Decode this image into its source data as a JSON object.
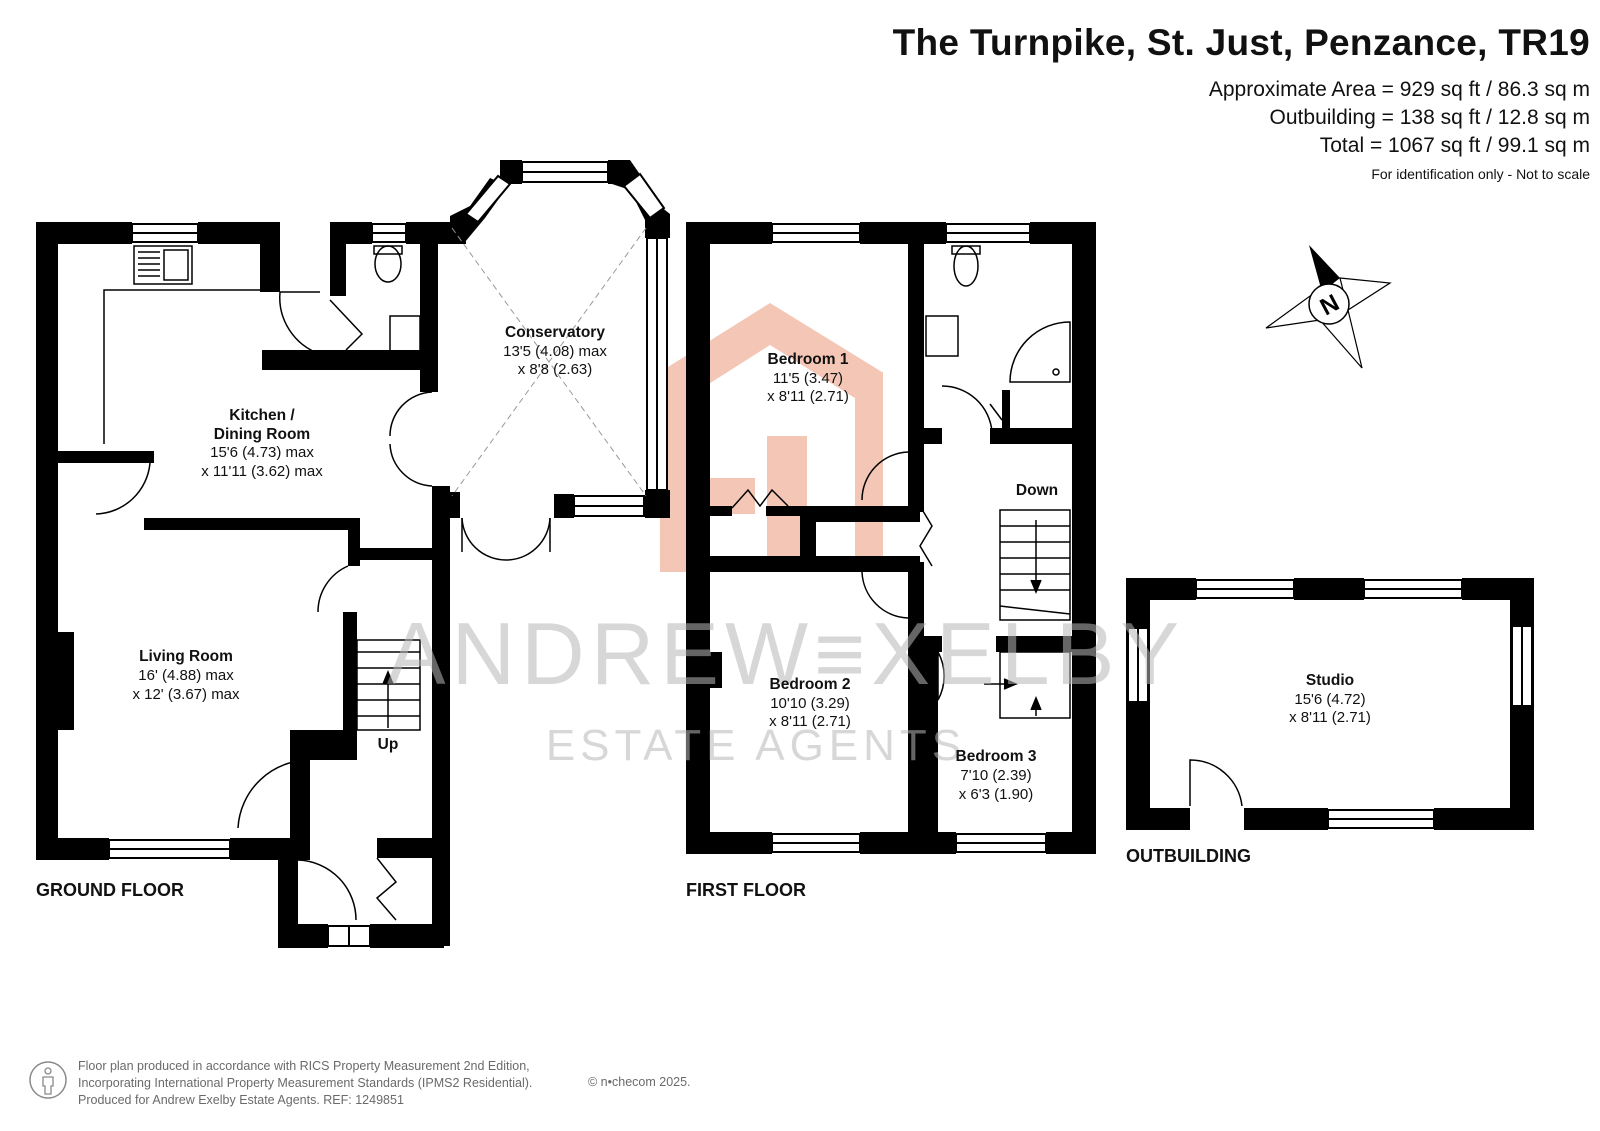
{
  "header": {
    "title": "The Turnpike, St. Just, Penzance, TR19",
    "approx_area": "Approximate Area = 929 sq ft / 86.3 sq m",
    "outbuilding_area": "Outbuilding = 138 sq ft / 12.8 sq m",
    "total_area": "Total = 1067 sq ft / 99.1 sq m",
    "note": "For identification only - Not to scale"
  },
  "floors": {
    "ground": "GROUND FLOOR",
    "first": "FIRST FLOOR",
    "outbuilding": "OUTBUILDING"
  },
  "rooms": {
    "conservatory": {
      "name": "Conservatory",
      "dim1": "13'5 (4.08) max",
      "dim2": "x 8'8 (2.63)"
    },
    "kitchen": {
      "name1": "Kitchen /",
      "name2": "Dining Room",
      "dim1": "15'6 (4.73) max",
      "dim2": "x  11'11 (3.62) max"
    },
    "living": {
      "name": "Living Room",
      "dim1": "16' (4.88) max",
      "dim2": "x 12' (3.67) max"
    },
    "bedroom1": {
      "name": "Bedroom 1",
      "dim1": "11'5 (3.47)",
      "dim2": "x 8'11 (2.71)"
    },
    "bedroom2": {
      "name": "Bedroom 2",
      "dim1": "10'10 (3.29)",
      "dim2": "x 8'11 (2.71)"
    },
    "bedroom3": {
      "name": "Bedroom 3",
      "dim1": "7'10 (2.39)",
      "dim2": "x 6'3 (1.90)"
    },
    "studio": {
      "name": "Studio",
      "dim1": "15'6 (4.72)",
      "dim2": "x 8'11 (2.71)"
    }
  },
  "stairs": {
    "up": "Up",
    "down": "Down"
  },
  "compass": {
    "label": "N",
    "icon": "north-arrow-icon"
  },
  "watermark": {
    "line1": "ANDREW≡XELBY",
    "line2": "ESTATE AGENTS",
    "color": "#f4c4b2"
  },
  "footer": {
    "line1": "Floor plan produced in accordance with RICS Property Measurement 2nd Edition,",
    "line2": "Incorporating International Property Measurement Standards (IPMS2 Residential).",
    "line3": "Produced for Andrew Exelby Estate Agents.   REF: 1249851",
    "copyright": "© n•checom 2025."
  },
  "colors": {
    "wall": "#000000",
    "watermark": "#f4c4b2",
    "text_muted": "#6a6a6a"
  }
}
